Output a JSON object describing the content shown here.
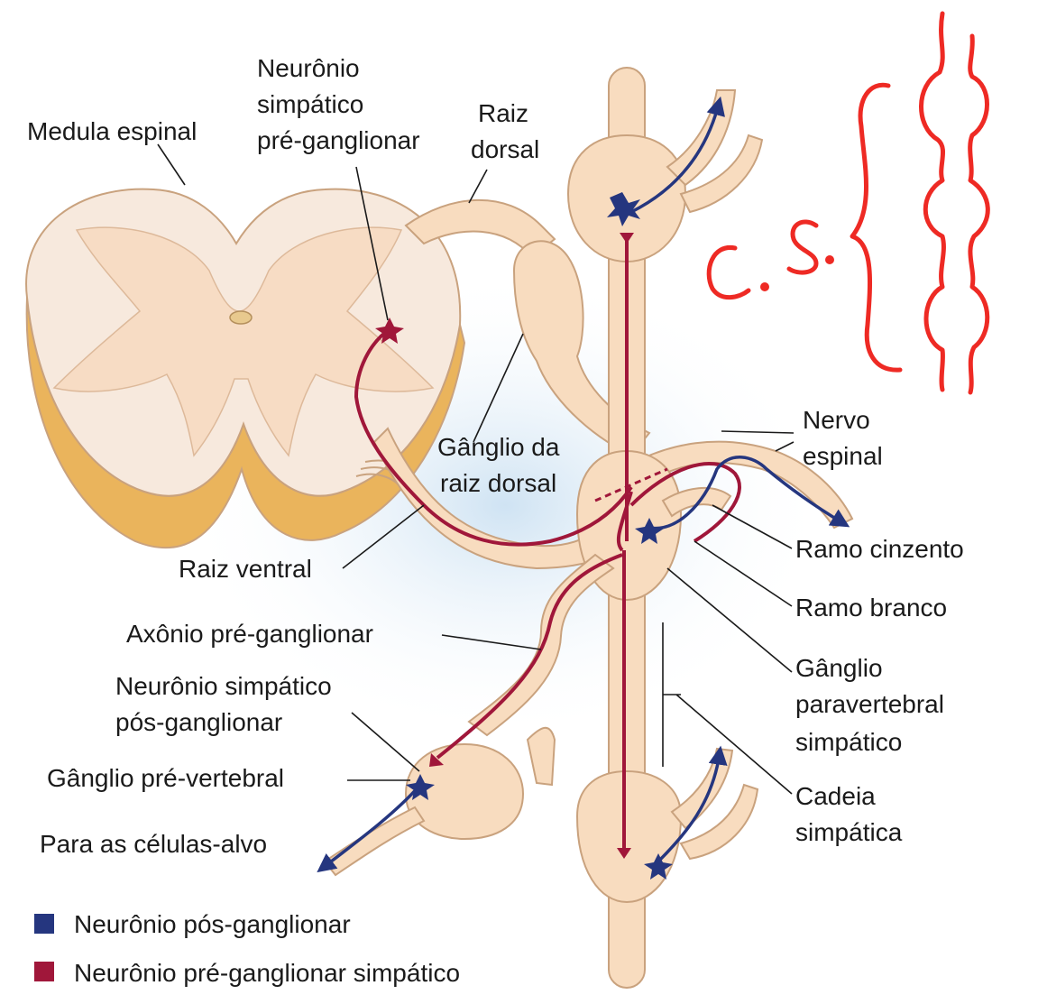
{
  "colors": {
    "pre_ganglionic": "#a0173a",
    "post_ganglionic": "#25367f",
    "tissue_fill": "#f8dcbf",
    "tissue_stroke": "#c9a27e",
    "cord_outer": "#f7e9dd",
    "cord_side": "#e9b35a",
    "handwriting": "#ee2a24",
    "background_glow": "#d9eaf6"
  },
  "labels": {
    "medula_espinal": "Medula espinal",
    "neuronio_pre": [
      "Neurônio",
      "simpático",
      "pré-ganglionar"
    ],
    "raiz_dorsal": [
      "Raiz",
      "dorsal"
    ],
    "ganglio_raiz_dorsal": [
      "Gânglio da",
      "raiz dorsal"
    ],
    "raiz_ventral": "Raiz ventral",
    "nervo_espinal": [
      "Nervo",
      "espinal"
    ],
    "ramo_cinzento": "Ramo cinzento",
    "ramo_branco": "Ramo branco",
    "ganglio_paravertebral": [
      "Gânglio",
      "paravertebral",
      "simpático"
    ],
    "axonio_pre": "Axônio pré-ganglionar",
    "neuronio_pos": [
      "Neurônio simpático",
      "pós-ganglionar"
    ],
    "ganglio_prevertebral": "Gânglio pré-vertebral",
    "cadeia_simpatica": [
      "Cadeia",
      "simpática"
    ],
    "para_celulas": "Para as células-alvo"
  },
  "legend": [
    {
      "label": "Neurônio pós-ganglionar",
      "color": "#25367f"
    },
    {
      "label": "Neurônio pré-ganglionar simpático",
      "color": "#a0173a"
    }
  ],
  "handwriting": {
    "text": "C.S.",
    "icon": "bracket-and-chain-sketch"
  }
}
